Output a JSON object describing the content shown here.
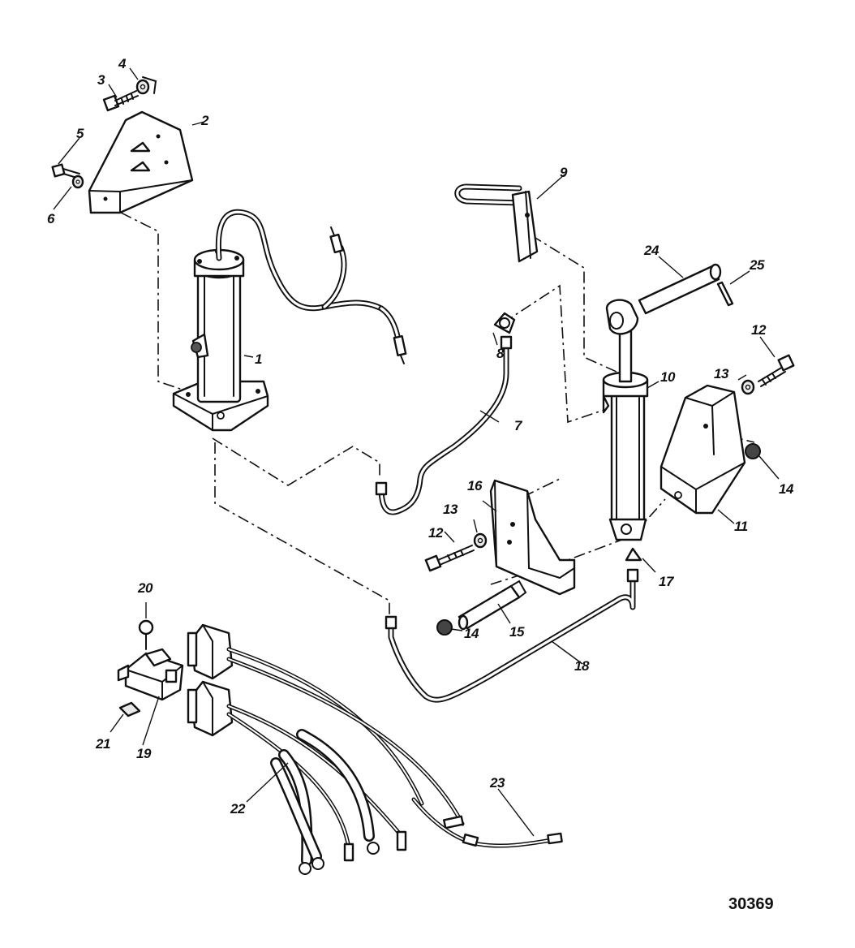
{
  "figure_id": "30369",
  "callouts": [
    {
      "id": "c1",
      "text": "1"
    },
    {
      "id": "c2",
      "text": "2"
    },
    {
      "id": "c3",
      "text": "3"
    },
    {
      "id": "c4",
      "text": "4"
    },
    {
      "id": "c5",
      "text": "5"
    },
    {
      "id": "c6",
      "text": "6"
    },
    {
      "id": "c7",
      "text": "7"
    },
    {
      "id": "c8",
      "text": "8"
    },
    {
      "id": "c9",
      "text": "9"
    },
    {
      "id": "c10",
      "text": "10"
    },
    {
      "id": "c11",
      "text": "11"
    },
    {
      "id": "c12a",
      "text": "12"
    },
    {
      "id": "c12b",
      "text": "12"
    },
    {
      "id": "c13a",
      "text": "13"
    },
    {
      "id": "c13b",
      "text": "13"
    },
    {
      "id": "c14a",
      "text": "14"
    },
    {
      "id": "c14b",
      "text": "14"
    },
    {
      "id": "c15",
      "text": "15"
    },
    {
      "id": "c16",
      "text": "16"
    },
    {
      "id": "c17",
      "text": "17"
    },
    {
      "id": "c18",
      "text": "18"
    },
    {
      "id": "c19",
      "text": "19"
    },
    {
      "id": "c20",
      "text": "20"
    },
    {
      "id": "c21",
      "text": "21"
    },
    {
      "id": "c22",
      "text": "22"
    },
    {
      "id": "c23",
      "text": "23"
    },
    {
      "id": "c24",
      "text": "24"
    },
    {
      "id": "c25",
      "text": "25"
    }
  ]
}
